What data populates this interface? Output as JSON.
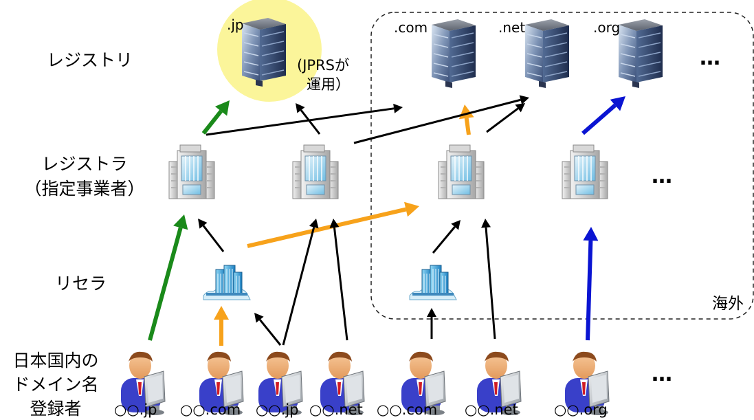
{
  "labels": {
    "registry": "レジストリ",
    "registrar_line1": "レジストラ",
    "registrar_line2": "（指定事業者）",
    "reseller": "リセラ",
    "registrant_line1": "日本国内の",
    "registrant_line2": "ドメイン名",
    "registrant_line3": "登録者",
    "overseas": "海外",
    "jprs_line1": "(JPRSが",
    "jprs_line2": "運用）"
  },
  "registries": [
    ".jp",
    ".com",
    ".net",
    ".org"
  ],
  "ellipsis": "…",
  "registrants": [
    "○○.jp",
    "○○.com",
    "○○.jp",
    "○○.net",
    "○○.com",
    "○○.net",
    "○○.org"
  ],
  "colors": {
    "green": "#1a8a1a",
    "orange": "#f7a21b",
    "blue": "#0a14d2",
    "black": "#000000",
    "jp_highlight": "#fbf59a"
  }
}
